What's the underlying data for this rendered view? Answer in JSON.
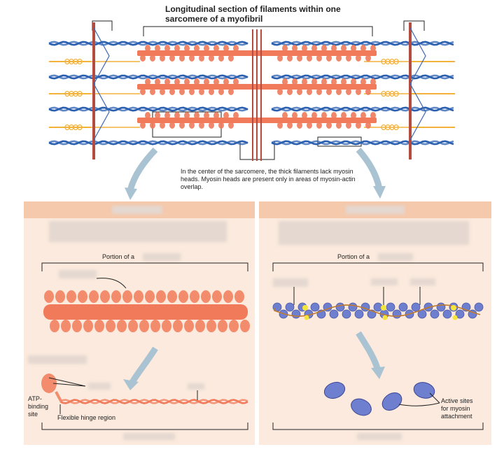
{
  "title": "Longitudinal section of filaments within one sarcomere of a myofibril",
  "center_caption": "In the center of the sarcomere, the thick filaments lack myosin heads. Myosin heads are present only in areas of myosin-actin overlap.",
  "left_panel": {
    "portion_label": "Portion of a",
    "atp_label": "ATP-binding site",
    "hinge_label": "Flexible hinge region"
  },
  "right_panel": {
    "portion_label": "Portion of a",
    "active_sites_label": "Active sites for myosin attachment"
  },
  "colors": {
    "thick_filament": "#f07a5a",
    "thin_filament": "#2a5fb0",
    "titin": "#f3b23a",
    "z_line": "#b54a3e",
    "panel_bg": "#fbeadd",
    "panel_header": "#f5c9ac",
    "g_actin": "#6f7fd0"
  }
}
